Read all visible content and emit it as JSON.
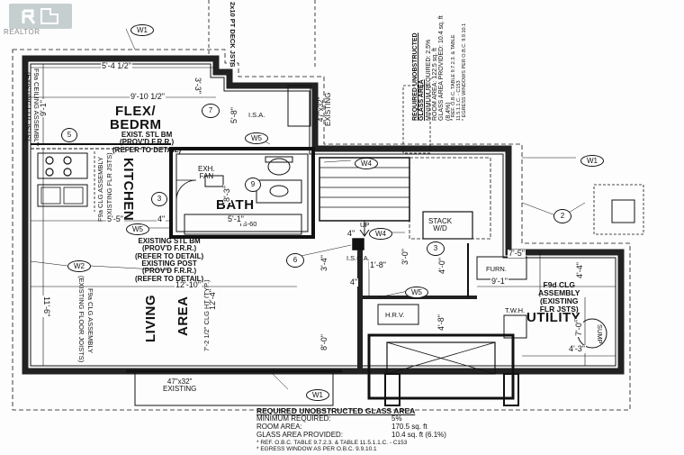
{
  "logo": {
    "text": "REALTOR"
  },
  "rooms": {
    "flex": "FLEX/",
    "bedrm": "BEDRM",
    "kitchen": "KITCHEN",
    "bath": "BATH",
    "living": "LIVING",
    "area": "AREA",
    "utility": "UTILITY",
    "stack": "STACK\nW/D",
    "furn": "FURN.",
    "hrv": "H.R.V.",
    "twh": "T.W.H.",
    "sump": "SUMP",
    "exh_fan": "EXH.\nFAN",
    "ts60": "TS-60",
    "up": "UP"
  },
  "notes": {
    "deck": "2x10 PT DECK JSTS",
    "exist_stl_bm_top": "EXIST. STL BM\n(PROV'D F.R.R.)\n(REFER TO DETAIL)",
    "existing_stl_bm": "EXISTING STL BM\n(PROV'D F.R.R.)\n(REFER TO DETAIL)",
    "existing_post": "EXISTING POST\n(PROV'D F.R.R.)\n(REFER TO DETAIL)",
    "f9d_clg": "F9d CLG\nASSEMBLY\n(EXISTING\nFLR JSTS)",
    "isa": "I.S.A.",
    "isca": "I.S.C.A.",
    "f9a_ceiling": "F9a CEILING ASSEMBLY",
    "f9a_ceiling_sub": "(EXISTING FLR JSTS)",
    "f9a_clg_kitchen": "F9a CLG ASSEMBLY",
    "f9a_clg_kitchen_sub": "(EXISTING FLR JSTS)",
    "f9a_clg_living": "F9a CLG ASSEMBLY",
    "f9a_clg_living_sub": "(EXISTING FLOOR JOISTS)",
    "clg_ht": "7'-2 1/2\" CLG HT (TYP.)",
    "window_bottom": "47\"x32\"\nEXISTING",
    "window_right": "47\"x32\"\nEXISTING"
  },
  "dimensions": {
    "d1": "5'-4 1/2\"",
    "d2": "3'-3\"",
    "d3": "9'-10 1/2\"",
    "d4": "9'-1\"",
    "d5": "5'-5\"",
    "d6": "4\"",
    "d7": "5'-1\"",
    "d8": "8'-3\"",
    "d9": "12'-10\"",
    "d10": "11'-6\"",
    "d11": "12'-4\"",
    "d12": "8'-0\"",
    "d13": "1'-8\"",
    "d14": "3'-4\"",
    "d15": "4'-0\"",
    "d16": "4\"",
    "d17": "3'-0\"",
    "d18": "7'-5\"",
    "d19": "9'-1\"",
    "d20": "4'-4\"",
    "d21": "7'-0\"",
    "d22": "4'-3\"",
    "d23": "4'-8\"",
    "d24": "5'-8\"",
    "d25": "4\""
  },
  "tags": {
    "w1_top": "W1",
    "w1_right": "W1",
    "w1_bottom": "W1",
    "w2_left": "W2",
    "w2_mid": "W2",
    "w4_a": "W4",
    "w4_b": "W4",
    "w5_bath": "W5",
    "w5_kitchen": "W5",
    "w5_mid": "W5",
    "n7": "7",
    "n5": "5",
    "n3_a": "3",
    "n9": "9",
    "n3_b": "3",
    "n6": "6",
    "n2": "2"
  },
  "glass_bottom": {
    "title": "REQUIRED UNOBSTRUCTED GLASS AREA",
    "min_label": "MINIMUM REQUIRED:",
    "min_value": "5%",
    "room_label": "ROOM AREA:",
    "room_value": "170.5 sq. ft",
    "glass_label": "GLASS AREA PROVIDED:",
    "glass_value": "10.4 sq. ft (6.1%)",
    "ref1": "* REF. O.B.C. TABLE 9.7.2.3. & TABLE 11.5.1.1.C. - C153",
    "ref2": "* EGRESS WINDOW AS PER O.B.C. 9.9.10.1"
  },
  "glass_top": {
    "title": "REQUIRED UNOBSTRUCTED GLASS AREA",
    "min_label": "MINIMUM REQUIRED:",
    "min_value": "2.5%",
    "room_label": "ROOM AREA:",
    "room_value": "122.5 sq. ft",
    "glass_label": "GLASS AREA PROVIDED:",
    "glass_value": "10.4 sq. ft (8.4%)",
    "ref1": "* REF. O.B.C. TABLE 9.7.2.3. & TABLE 11.5.1.1.C. - C153",
    "ref2": "* EGRESS WINDOWS PER O.B.C. 9.9.10.1"
  }
}
